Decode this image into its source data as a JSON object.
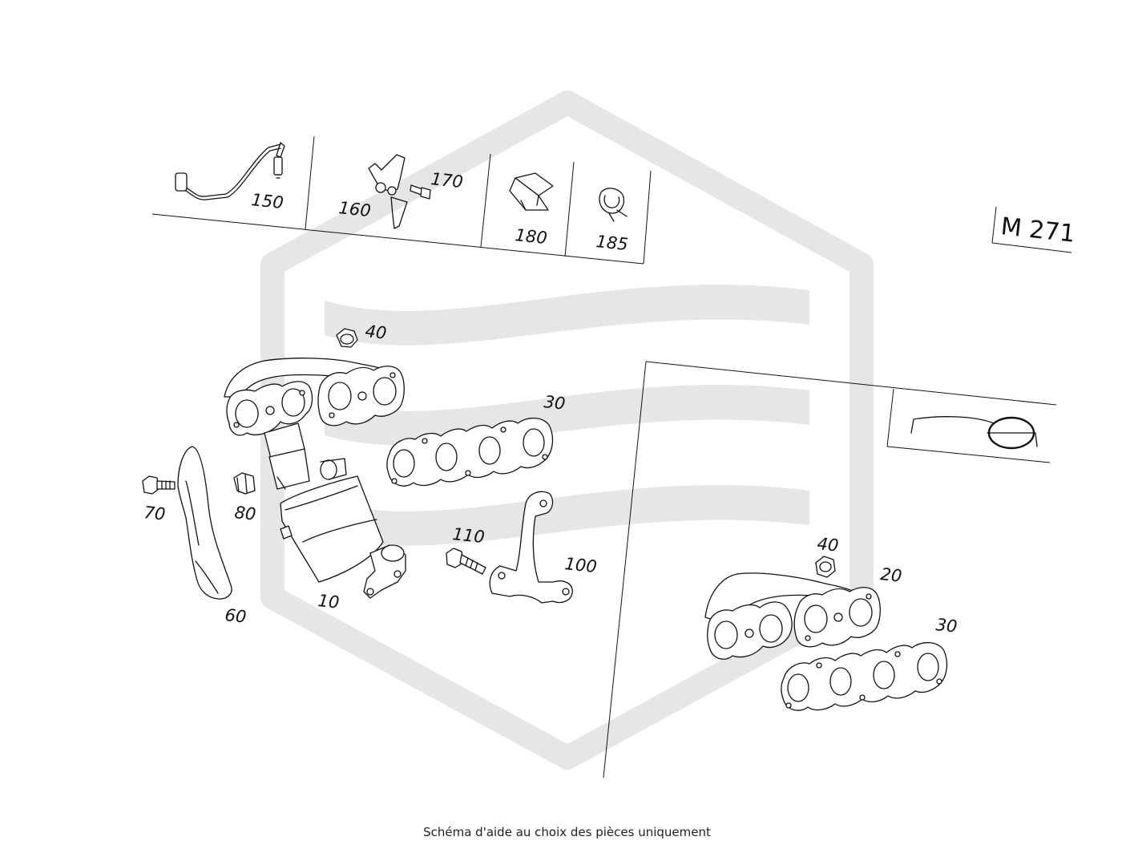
{
  "diagram": {
    "engine_label": "M 271",
    "caption": "Schéma d'aide au choix des pièces uniquement",
    "watermark_color": "#e6e6e6",
    "line_color": "#111111",
    "callouts": {
      "c150": "150",
      "c160": "160",
      "c170": "170",
      "c180": "180",
      "c185": "185",
      "c40a": "40",
      "c30a": "30",
      "c70": "70",
      "c80": "80",
      "c60": "60",
      "c10": "10",
      "c110": "110",
      "c100": "100",
      "c40b": "40",
      "c20": "20",
      "c30b": "30"
    }
  }
}
